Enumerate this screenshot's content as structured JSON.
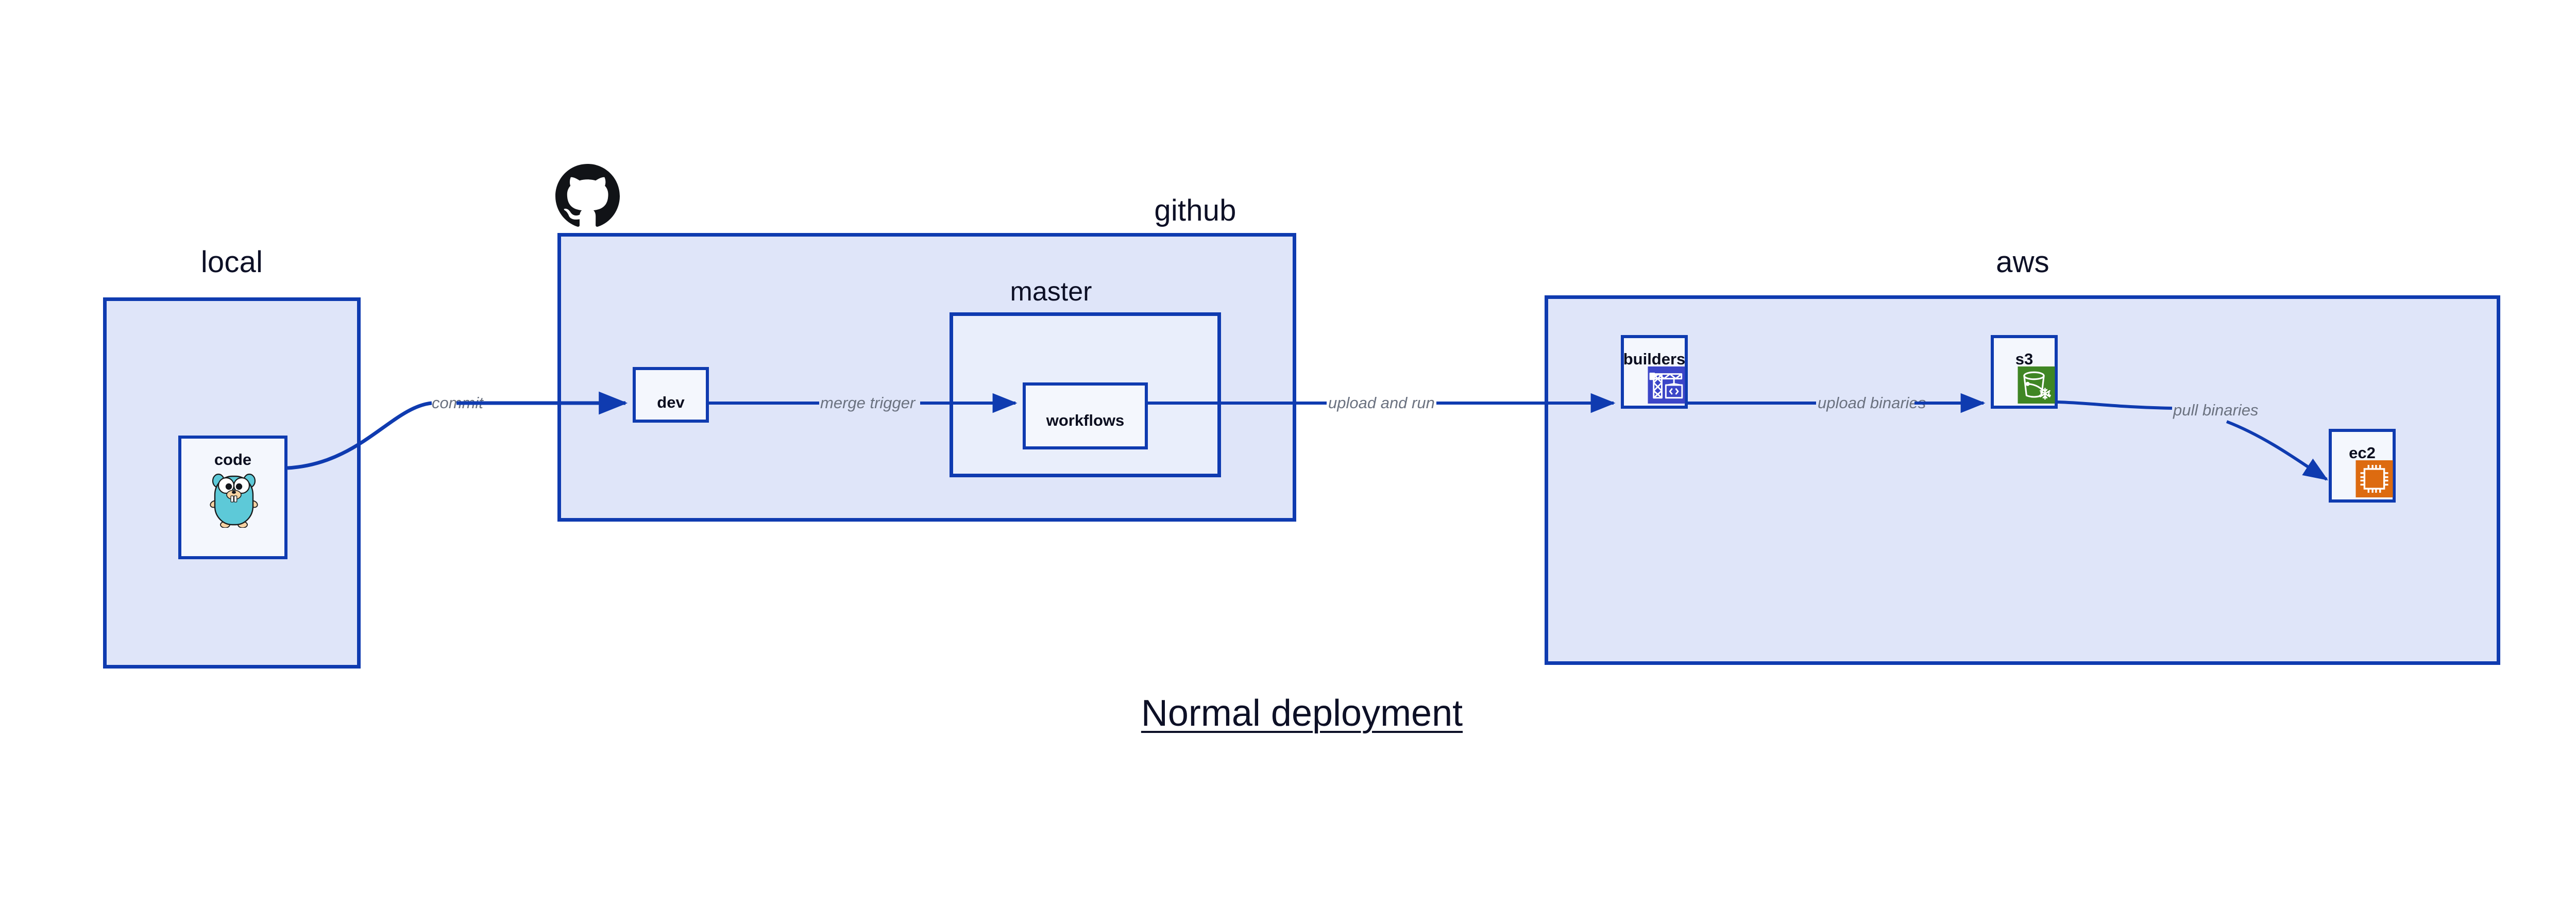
{
  "diagram": {
    "title": "Normal deployment",
    "accent_border": "#0F3BB0",
    "group_fill": "#DFE5F9",
    "sub_fill": "#E9EEFB",
    "leaf_fill": "#F4F7FD",
    "edge_label_color": "#6B7280"
  },
  "groups": {
    "local": {
      "label": "local",
      "nodes": {
        "code": {
          "label": "code",
          "icon": "go-gopher-icon"
        }
      }
    },
    "github": {
      "label": "github",
      "logo": "github-octocat-icon",
      "nodes": {
        "dev": {
          "label": "dev"
        }
      },
      "subgroups": {
        "master": {
          "label": "master",
          "nodes": {
            "workflows": {
              "label": "workflows"
            }
          }
        }
      }
    },
    "aws": {
      "label": "aws",
      "nodes": {
        "builders": {
          "label": "builders",
          "icon": "aws-codebuild-crane-icon",
          "icon_color": "#3C46C8"
        },
        "s3": {
          "label": "s3",
          "icon": "aws-s3-bucket-icon",
          "icon_color": "#3F8624"
        },
        "ec2": {
          "label": "ec2",
          "icon": "aws-ec2-chip-icon",
          "icon_color": "#DD6B10"
        }
      }
    }
  },
  "edges": [
    {
      "id": "commit",
      "label": "commit",
      "from": "code",
      "to": "dev",
      "style": "curved"
    },
    {
      "id": "merge-trigger",
      "label": "merge trigger",
      "from": "dev",
      "to": "workflows",
      "style": "straight"
    },
    {
      "id": "upload-and-run",
      "label": "upload and run",
      "from": "workflows",
      "to": "builders",
      "style": "straight"
    },
    {
      "id": "upload-binaries",
      "label": "upload binaries",
      "from": "builders",
      "to": "s3",
      "style": "straight"
    },
    {
      "id": "pull-binaries",
      "label": "pull binaries",
      "from": "s3",
      "to": "ec2",
      "style": "curved"
    }
  ]
}
